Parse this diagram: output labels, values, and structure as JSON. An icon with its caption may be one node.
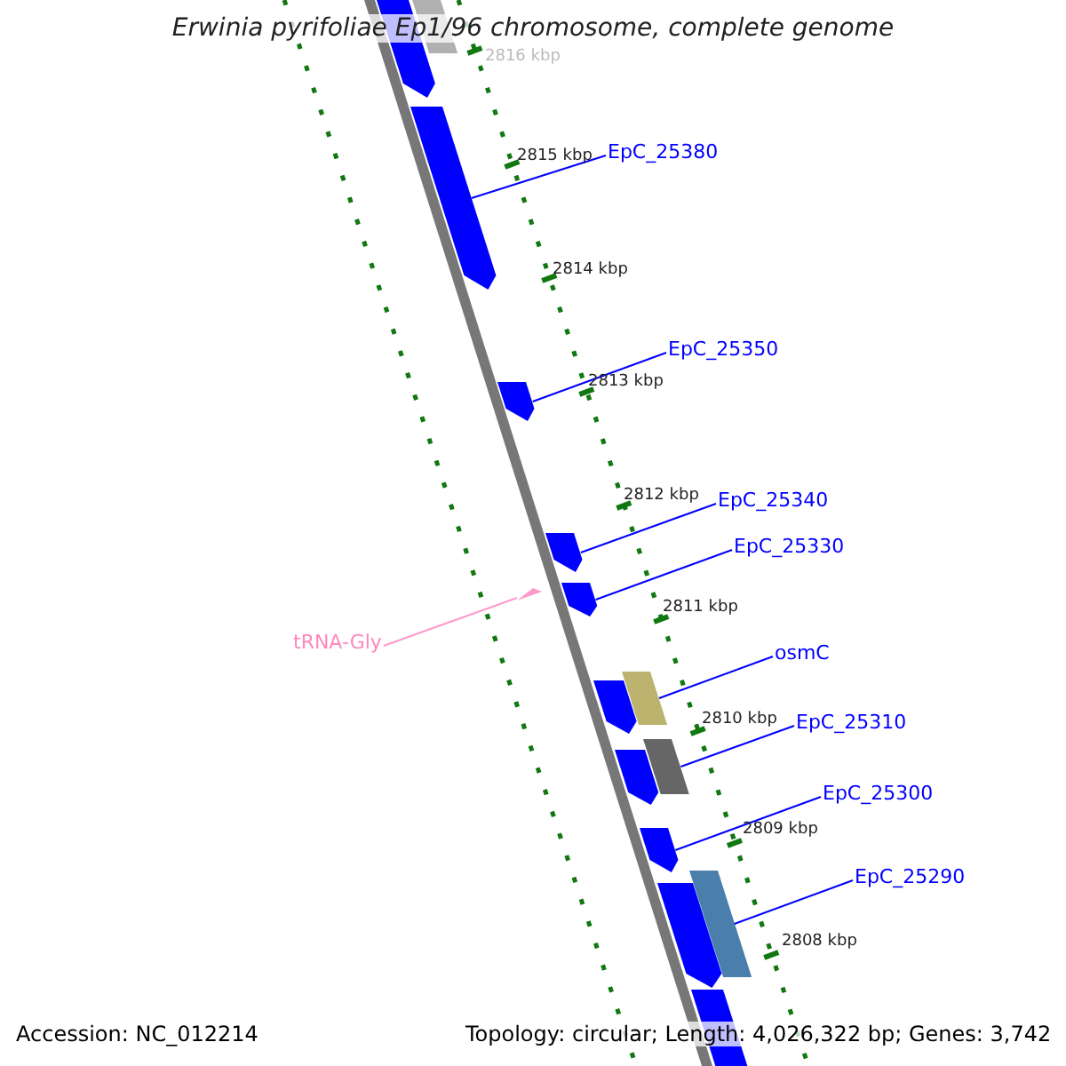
{
  "diagram": {
    "title": "Erwinia pyrifoliae Ep1/96 chromosome, complete genome",
    "nodes": [
      {
        "text": [],
        "shape": "bar"
      },
      {
        "text": [],
        "shape": "bar"
      },
      {
        "text": [
          "EpC_25380"
        ]
      },
      {
        "text": [],
        "shape": "bar"
      },
      {
        "text": [
          "EpC_25350"
        ]
      },
      {
        "text": [],
        "shape": "bar"
      },
      {
        "text": [
          "EpC_25340"
        ]
      },
      {
        "text": [],
        "shape": "bar"
      },
      {
        "text": [
          "EpC_25330"
        ]
      },
      {
        "text": [],
        "shape": "bar"
      },
      {
        "text": [
          "tRNA-Gly"
        ]
      },
      {
        "text": [],
        "shape": "triangle"
      },
      {
        "text": [
          "osmC"
        ]
      },
      {
        "text": [],
        "shape": "bar"
      },
      {
        "text": [],
        "shape": "bar"
      },
      {
        "text": [
          "EpC_25310"
        ]
      },
      {
        "text": [],
        "shape": "bar"
      },
      {
        "text": [],
        "shape": "bar"
      },
      {
        "text": [
          "EpC_25300"
        ]
      },
      {
        "text": [],
        "shape": "bar"
      },
      {
        "text": [
          "EpC_25290"
        ]
      },
      {
        "text": [],
        "shape": "bar"
      },
      {
        "text": [],
        "shape": "bar"
      },
      {
        "text": [],
        "shape": "bar"
      }
    ],
    "edges": [
      {
        "from": 2,
        "to": 3,
        "arrow": "none"
      },
      {
        "from": 4,
        "to": 5,
        "arrow": "none"
      },
      {
        "from": 6,
        "to": 7,
        "arrow": "none"
      },
      {
        "from": 8,
        "to": 9,
        "arrow": "none"
      },
      {
        "from": 10,
        "to": 11,
        "arrow": "none",
        "color": "#ff99cc"
      },
      {
        "from": 12,
        "to": 14,
        "arrow": "none"
      },
      {
        "from": 15,
        "to": 17,
        "arrow": "none"
      },
      {
        "from": 18,
        "to": 19,
        "arrow": "none"
      },
      {
        "from": 20,
        "to": 22,
        "arrow": "none"
      }
    ],
    "labels": [
      "2816 kbp",
      "2815 kbp",
      "2814 kbp",
      "2813 kbp",
      "2812 kbp",
      "2811 kbp",
      "2810 kbp",
      "2809 kbp",
      "2808 kbp",
      "Accession: NC_012214",
      "Topology: circular; Length: 4,026,322 bp; Genes: 3,742"
    ]
  }
}
